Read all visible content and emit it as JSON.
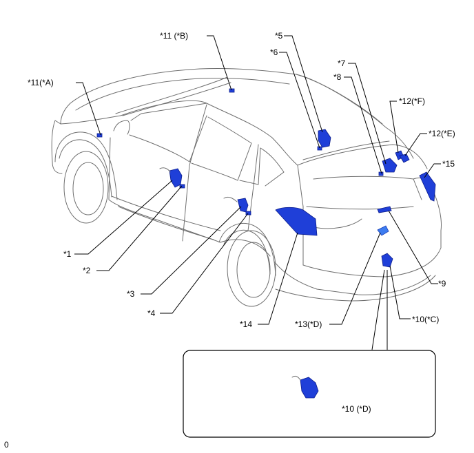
{
  "footer": {
    "code": "0"
  },
  "callouts": [
    {
      "id": "c1",
      "text": "*1"
    },
    {
      "id": "c2",
      "text": "*2"
    },
    {
      "id": "c3",
      "text": "*3"
    },
    {
      "id": "c4",
      "text": "*4"
    },
    {
      "id": "c5",
      "text": "*5"
    },
    {
      "id": "c6",
      "text": "*6"
    },
    {
      "id": "c7",
      "text": "*7"
    },
    {
      "id": "c8",
      "text": "*8"
    },
    {
      "id": "c9",
      "text": "*9"
    },
    {
      "id": "c10c",
      "text": "*10(*C)"
    },
    {
      "id": "c10d",
      "text": "*10 (*D)"
    },
    {
      "id": "c11a",
      "text": "*11(*A)"
    },
    {
      "id": "c11b",
      "text": "*11 (*B)"
    },
    {
      "id": "c12e",
      "text": "*12(*E)"
    },
    {
      "id": "c12f",
      "text": "*12(*F)"
    },
    {
      "id": "c13d",
      "text": "*13(*D)"
    },
    {
      "id": "c14",
      "text": "*14"
    },
    {
      "id": "c15",
      "text": "*15"
    }
  ],
  "colors": {
    "part": "#1f3fd8",
    "part_light": "#3d7cf0",
    "outline": "#6e6e6e"
  }
}
